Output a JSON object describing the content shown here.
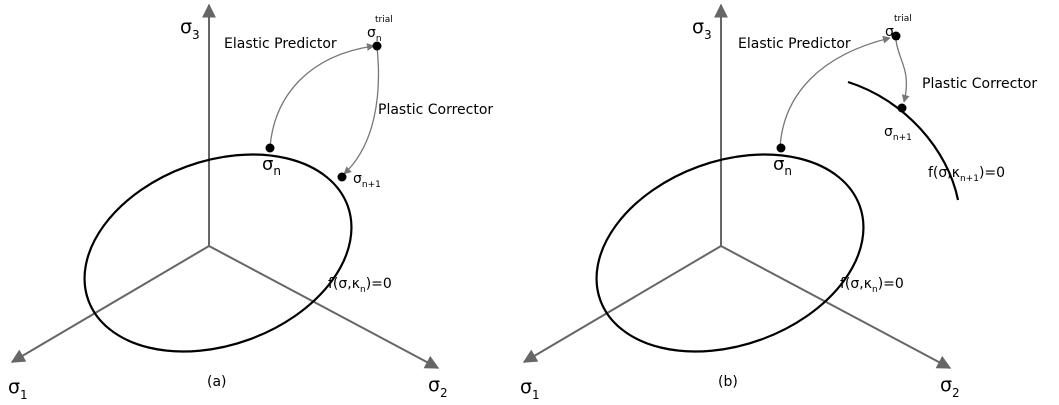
{
  "panels": [
    {
      "caption": "(a)",
      "axes": {
        "s1": "σ",
        "s1_sub": "1",
        "s2": "σ",
        "s2_sub": "2",
        "s3": "σ",
        "s3_sub": "3"
      },
      "sigma_n": {
        "base": "σ",
        "sub": "n"
      },
      "sigma_trial": {
        "base": "σ",
        "sub": "n",
        "sup": "trial"
      },
      "sigma_n1": {
        "base": "σ",
        "sub": "n+1"
      },
      "elastic_predictor": "Elastic Predictor",
      "plastic_corrector": "Plastic Corrector",
      "yield_surface": {
        "prefix": "f(σ,κ",
        "sub": "n",
        "suffix": ")=0"
      }
    },
    {
      "caption": "(b)",
      "axes": {
        "s1": "σ",
        "s1_sub": "1",
        "s2": "σ",
        "s2_sub": "2",
        "s3": "σ",
        "s3_sub": "3"
      },
      "sigma_n": {
        "base": "σ",
        "sub": "n"
      },
      "sigma_trial": {
        "base": "σ",
        "sub": "n",
        "sup": "trial"
      },
      "sigma_n1": {
        "base": "σ",
        "sub": "n+1"
      },
      "elastic_predictor": "Elastic Predictor",
      "plastic_corrector": "Plastic Corrector",
      "yield_surface": {
        "prefix": "f(σ,κ",
        "sub": "n",
        "suffix": ")=0"
      },
      "updated_surface": {
        "prefix": "f(σ,κ",
        "sub": "n+1",
        "suffix": ")=0"
      }
    }
  ]
}
